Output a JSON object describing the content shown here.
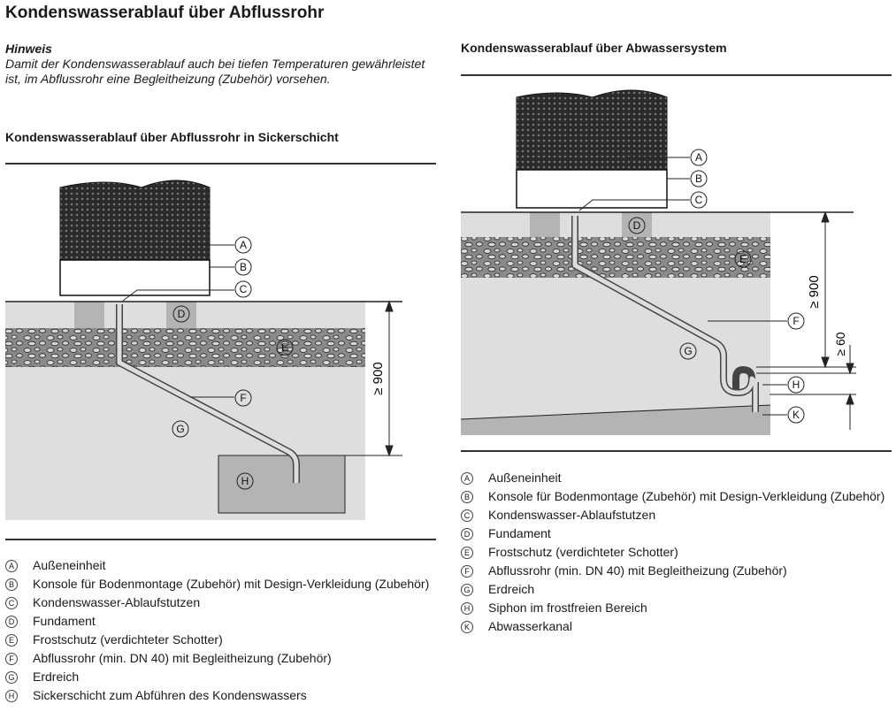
{
  "page_title": "Kondenswasserablauf über Abflussrohr",
  "note": {
    "heading": "Hinweis",
    "text": "Damit der Kondenswasserablauf auch bei tiefen Temperaturen gewährleistet ist, im Abflussrohr eine Begleitheizung (Zubehör) vorsehen."
  },
  "left_section": {
    "heading": "Kondenswasserablauf über Abflussrohr in Sickerschicht",
    "callouts": [
      "A",
      "B",
      "C",
      "D",
      "E",
      "F",
      "G",
      "H"
    ],
    "dimension": "≥ 900",
    "legend": [
      {
        "key": "A",
        "text": "Außeneinheit"
      },
      {
        "key": "B",
        "text": "Konsole für Bodenmontage (Zubehör) mit Design-Verkleidung (Zubehör)"
      },
      {
        "key": "C",
        "text": "Kondenswasser-Ablaufstutzen"
      },
      {
        "key": "D",
        "text": "Fundament"
      },
      {
        "key": "E",
        "text": "Frostschutz (verdichteter Schotter)"
      },
      {
        "key": "F",
        "text": "Abflussrohr (min. DN 40) mit Begleitheizung (Zubehör)"
      },
      {
        "key": "G",
        "text": "Erdreich"
      },
      {
        "key": "H",
        "text": "Sickerschicht zum Abführen des Kondenswassers"
      }
    ]
  },
  "right_section": {
    "heading": "Kondenswasserablauf über Abwassersystem",
    "callouts": [
      "A",
      "B",
      "C",
      "D",
      "E",
      "F",
      "G",
      "H",
      "K"
    ],
    "dimension_main": "≥ 900",
    "dimension_small": "≥ 60",
    "legend": [
      {
        "key": "A",
        "text": "Außeneinheit"
      },
      {
        "key": "B",
        "text": "Konsole für Bodenmontage (Zubehör) mit Design-Verkleidung (Zubehör)"
      },
      {
        "key": "C",
        "text": "Kondenswasser-Ablaufstutzen"
      },
      {
        "key": "D",
        "text": "Fundament"
      },
      {
        "key": "E",
        "text": "Frostschutz (verdichteter Schotter)"
      },
      {
        "key": "F",
        "text": "Abflussrohr (min. DN 40) mit Begleitheizung (Zubehör)"
      },
      {
        "key": "G",
        "text": "Erdreich"
      },
      {
        "key": "H",
        "text": "Siphon im frostfreien Bereich"
      },
      {
        "key": "K",
        "text": "Abwasserkanal"
      }
    ]
  }
}
